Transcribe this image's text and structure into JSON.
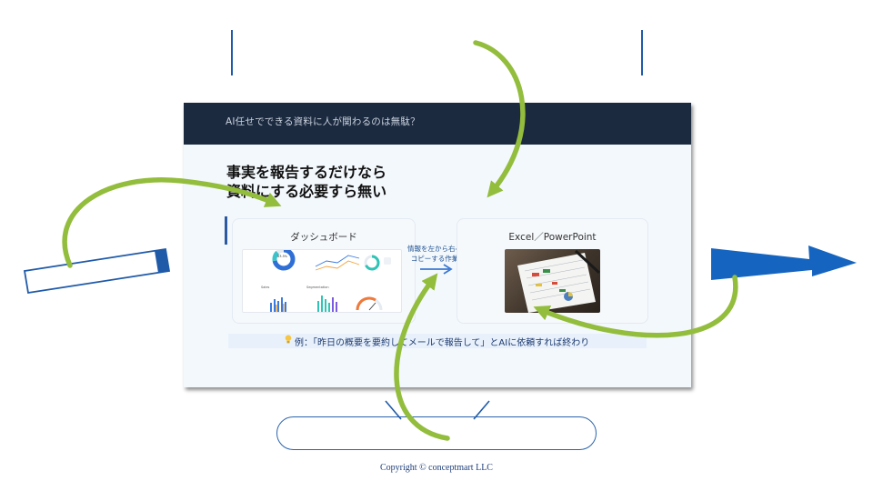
{
  "slide": {
    "header": "AI任せでできる資料に人が関わるのは無駄？",
    "headline_line1": "事実を報告するだけなら",
    "headline_line2": "資料にする必要すら無い",
    "card_left_title": "ダッシュボード",
    "card_right_title": "Excel／PowerPoint",
    "copy_label_line1": "情報を左から右へ",
    "copy_label_line2": "コピーする作業",
    "example": "例：「昨日の概要を要約してメールで報告して」とAIに依頼すれば終わり",
    "dashboard_labels": {
      "kpi": "83.5%",
      "sales": "Sales",
      "segments": "Segmentation"
    }
  },
  "footer": {
    "copyright": "Copyright © conceptmart LLC"
  },
  "colors": {
    "header_bg": "#1c2a40",
    "green_arrow": "#93bd3c",
    "blue_outline": "#1f5aa8",
    "blue_arrow": "#1565c0"
  },
  "icons": {
    "bulb": "lightbulb-icon",
    "arrow": "right-arrow-icon"
  }
}
